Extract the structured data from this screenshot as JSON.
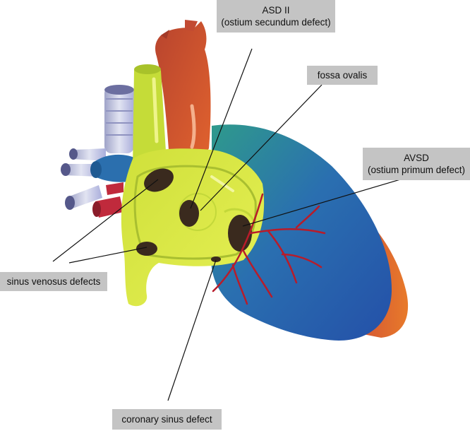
{
  "labels": {
    "asd2": {
      "line1": "ASD II",
      "line2": "(ostium secundum defect)"
    },
    "fossa_ovalis": "fossa ovalis",
    "avsd": {
      "line1": "AVSD",
      "line2": "(ostium primum defect)"
    },
    "sinus_venosus": "sinus venosus defects",
    "coronary_sinus": "coronary sinus defect"
  },
  "colors": {
    "atrium": "#d9e840",
    "ventricle_blue": "#2a63b8",
    "ventricle_teal": "#2e8a8f",
    "aorta": "#c94a30",
    "defect": "#3a2a1e",
    "coronary_artery": "#b81c2a",
    "label_bg": "#c4c4c4",
    "leader_line": "#111111"
  }
}
